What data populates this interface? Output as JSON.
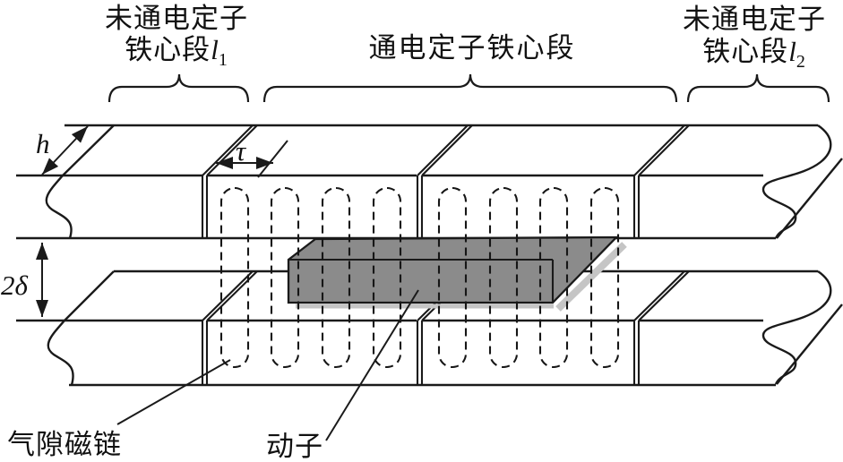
{
  "labels": {
    "top_left": {
      "line1": "未通电定子",
      "line2_prefix": "铁心段",
      "line2_var": "l",
      "line2_sub": "1"
    },
    "top_middle": "通电定子铁心段",
    "top_right": {
      "line1": "未通电定子",
      "line2_prefix": "铁心段",
      "line2_var": "l",
      "line2_sub": "2"
    },
    "flux_linkage": "气隙磁链",
    "mover": "动子"
  },
  "dimensions": {
    "stack_height": "h",
    "pole_pitch": "τ",
    "air_gap": "2δ"
  },
  "colors": {
    "line": "#1a1a1a",
    "mover_fill": "#8b8b8b",
    "shadow": "#c5c5c5",
    "background": "#ffffff"
  }
}
